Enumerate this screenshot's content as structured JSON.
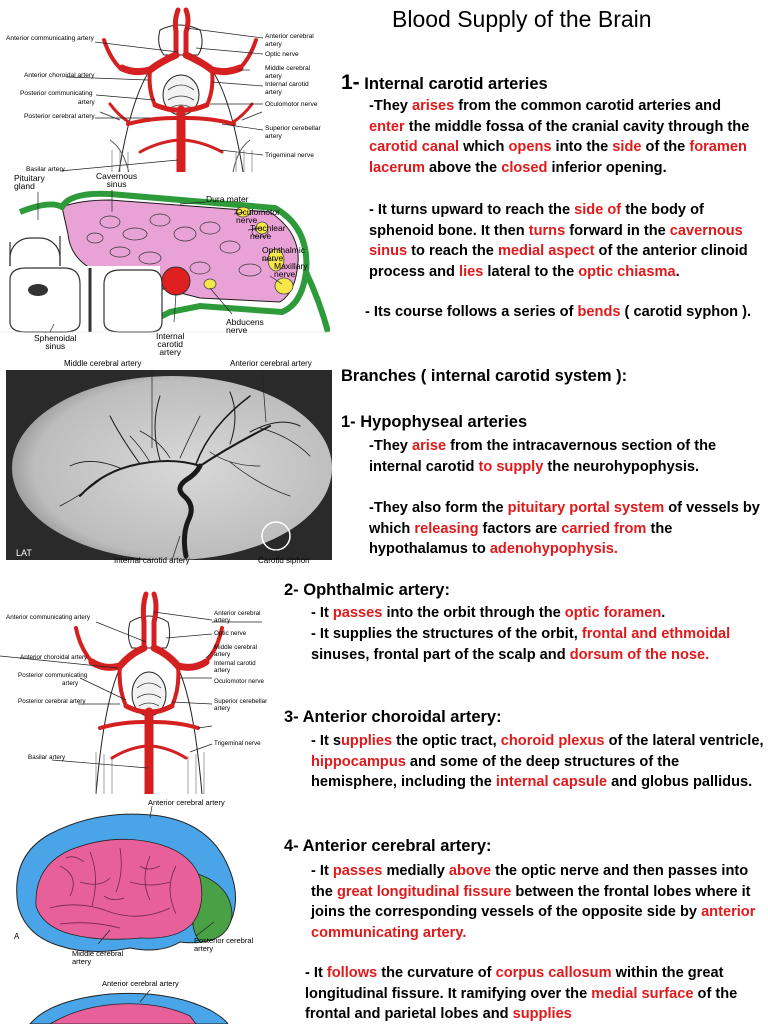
{
  "title": "Blood Supply of the Brain",
  "colors": {
    "highlight": "#e0191b",
    "artery": "#d42020",
    "pink_lobe": "#e8609a",
    "blue_lobe": "#4aa4e8",
    "green_lobe": "#4aa044"
  },
  "fig1": {
    "labels_left": [
      "Anterior communicating artery",
      "Anterior choroidal artery",
      "Posterior communicating",
      "artery",
      "Posterior cerebral artery",
      "Basilar artery"
    ],
    "labels_right": [
      "Anterior cerebral",
      "artery",
      "Optic nerve",
      "Middle cerebral",
      "artery",
      "Internal carotid",
      "artery",
      "Oculomotor nerve",
      "Superior cerebellar",
      "artery",
      "Trigeminal nerve"
    ]
  },
  "fig2": {
    "labels": [
      "Pituitary",
      "gland",
      "Cavernous",
      "sinus",
      "Dura mater",
      "Oculomotor",
      "nerve",
      "Trochlear",
      "nerve",
      "Ophthalmic",
      "nerve",
      "Maxillary",
      "nerve",
      "Abducens",
      "nerve",
      "Sphenoidal",
      "sinus",
      "Internal",
      "carotid",
      "artery"
    ]
  },
  "fig3": {
    "labels": [
      "Middle cerebral artery",
      "Anterior cerebral artery",
      "Internal carotid artery",
      "Carotid siphon"
    ]
  },
  "fig4": {
    "labels_left": [
      "Anterior communicating artery",
      "Anterior choroidal artery",
      "Posterior communicating",
      "artery",
      "Posterior cerebral artery",
      "Basilar artery"
    ],
    "labels_right": [
      "Anterior cerebral",
      "artery",
      "Optic nerve",
      "Middle cerebral",
      "artery",
      "Internal carotid",
      "artery",
      "Oculomotor nerve",
      "Superior cerebellar",
      "artery",
      "Trigeminal nerve"
    ]
  },
  "fig5": {
    "labels": [
      "Anterior cerebral artery",
      "Posterior cerebral",
      "artery",
      "Middle cerebral",
      "artery",
      "A"
    ]
  },
  "fig6": {
    "labels": [
      "Anterior cerebral artery"
    ]
  },
  "s1": {
    "num": "1-",
    "heading": "Internal carotid arteries",
    "p1": [
      "-They ",
      "arises",
      " from the common carotid arteries and ",
      "enter",
      " the middle fossa of the cranial cavity through the ",
      "carotid canal",
      " which ",
      "opens",
      " into the ",
      "side",
      " of the ",
      "foramen lacerum",
      " above the ",
      "closed",
      " inferior opening."
    ],
    "p2": [
      "- It turns upward to reach the ",
      "side of",
      " the body of sphenoid bone. It then ",
      "turns",
      " forward in the ",
      "cavernous sinus",
      " to reach the ",
      "medial aspect",
      " of the anterior clinoid process and ",
      "lies",
      " lateral to the ",
      "optic chiasma",
      "."
    ],
    "p3": [
      "- Its course follows a series of ",
      "bends",
      "  ( carotid syphon )."
    ]
  },
  "branches": {
    "heading": "Branches ( internal carotid system ):"
  },
  "b1": {
    "heading": "1- Hypophyseal arteries",
    "p1": [
      "-They ",
      "arise",
      " from the intracavernous section of the internal carotid ",
      "to supply",
      " the neurohypophysis."
    ],
    "p2": [
      "-They also form the ",
      "pituitary portal system",
      " of vessels by which ",
      "releasing",
      " factors are ",
      "carried from",
      " the hypothalamus to ",
      "adenohypophysis."
    ]
  },
  "b2": {
    "heading": "2- Ophthalmic artery:",
    "p1": [
      "- It ",
      "passes",
      " into the orbit through the ",
      "optic foramen",
      "."
    ],
    "p2": [
      "- It supplies the structures of the orbit, ",
      "frontal and ethmoidal",
      " sinuses, frontal part of the scalp and ",
      "dorsum of the nose."
    ]
  },
  "b3": {
    "heading": "3- Anterior choroidal artery:",
    "p1": [
      "- It s",
      "upplies",
      " the optic tract, ",
      "choroid plexus",
      " of the lateral ventricle, ",
      "hippocampus",
      " and some of the deep structures of the hemisphere, including the ",
      "internal capsule",
      " and globus pallidus."
    ]
  },
  "b4": {
    "heading": "4- Anterior cerebral artery:",
    "p1": [
      "- It ",
      "passes",
      " medially ",
      "above",
      " the optic nerve and then passes into the ",
      "great longitudinal fissure",
      " between the frontal lobes where it joins the corresponding vessels of the opposite side by  ",
      "anterior communicating artery."
    ],
    "p2": [
      "- It ",
      "follows",
      " the curvature of ",
      "corpus callosum",
      " within the great longitudinal fissure. It ramifying over the ",
      "medial surface",
      " of the frontal and parietal lobes and ",
      "supplies"
    ]
  }
}
